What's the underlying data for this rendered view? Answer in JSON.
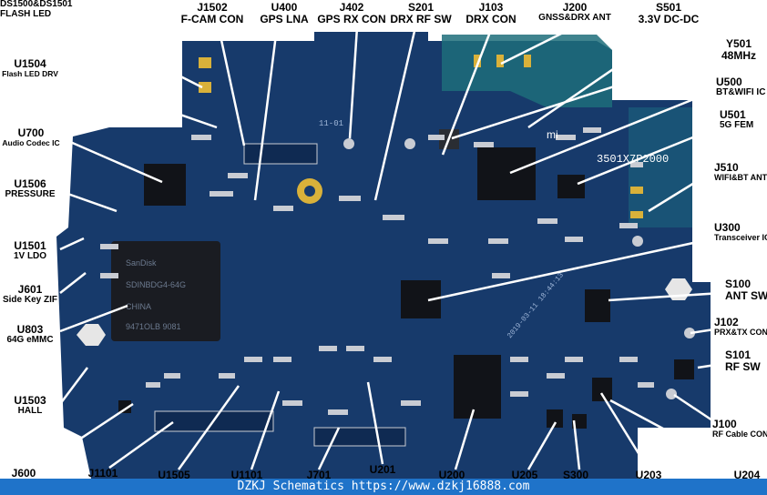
{
  "watermark": "DZKJ Schematics https://www.dzkj16888.com",
  "board_silkscreen": {
    "top_text": "3501X7P2000",
    "mi_logo": "mi",
    "dates": [
      "11-01",
      "2019-03-11 18:44:13"
    ],
    "mem_chip_text": [
      "SanDisk",
      "SDINBDG4-64G",
      "CHINA",
      "9471OLB 9081"
    ]
  },
  "labels": [
    {
      "id": "U1500",
      "main": "DS1500&DS1501",
      "sub": "FLASH LED"
    },
    {
      "id": "U1504",
      "main": "U1504",
      "sub": "Flash LED DRV"
    },
    {
      "id": "U700",
      "main": "U700",
      "sub": "Audio Codec IC"
    },
    {
      "id": "U1506",
      "main": "U1506",
      "sub": "PRESSURE"
    },
    {
      "id": "U1501",
      "main": "U1501",
      "sub": "1V  LDO"
    },
    {
      "id": "J601",
      "main": "J601",
      "sub": "Side Key ZIF"
    },
    {
      "id": "U803",
      "main": "U803",
      "sub": "64G eMMC"
    },
    {
      "id": "U1503",
      "main": "U1503",
      "sub": "HALL"
    },
    {
      "id": "J1502",
      "main": "J1502",
      "sub": "F-CAM CON"
    },
    {
      "id": "U400",
      "main": "U400",
      "sub": "GPS LNA"
    },
    {
      "id": "J402",
      "main": "J402",
      "sub": "GPS RX CON"
    },
    {
      "id": "S201",
      "main": "S201",
      "sub": "DRX RF SW"
    },
    {
      "id": "J103",
      "main": "J103",
      "sub": "DRX CON"
    },
    {
      "id": "J200",
      "main": "J200",
      "sub": "GNSS&DRX ANT"
    },
    {
      "id": "S501",
      "main": "S501",
      "sub": "3.3V DC-DC"
    },
    {
      "id": "Y501",
      "main": "Y501",
      "sub": "48MHz"
    },
    {
      "id": "U500",
      "main": "U500",
      "sub": "BT&WIFI IC"
    },
    {
      "id": "U501",
      "main": "U501",
      "sub": "5G FEM"
    },
    {
      "id": "J510",
      "main": "J510",
      "sub": "WIFI&BT ANT"
    },
    {
      "id": "U300",
      "main": "U300",
      "sub": "Transceiver IC"
    },
    {
      "id": "S100",
      "main": "S100",
      "sub": "ANT SW"
    },
    {
      "id": "J102",
      "main": "J102",
      "sub": "PRX&TX CON"
    },
    {
      "id": "S101",
      "main": "S101",
      "sub": "RF SW"
    },
    {
      "id": "J100",
      "main": "J100",
      "sub": "RF Cable CON"
    },
    {
      "id": "J600",
      "main": "J600",
      "sub": ""
    },
    {
      "id": "J1101",
      "main": "J1101",
      "sub": ""
    },
    {
      "id": "U1505",
      "main": "U1505",
      "sub": ""
    },
    {
      "id": "U1101",
      "main": "U1101",
      "sub": ""
    },
    {
      "id": "J701",
      "main": "J701",
      "sub": ""
    },
    {
      "id": "U201",
      "main": "U201",
      "sub": ""
    },
    {
      "id": "U200",
      "main": "U200",
      "sub": ""
    },
    {
      "id": "U205",
      "main": "U205",
      "sub": ""
    },
    {
      "id": "S300",
      "main": "S300",
      "sub": ""
    },
    {
      "id": "U203",
      "main": "U203",
      "sub": ""
    },
    {
      "id": "U204",
      "main": "U204",
      "sub": ""
    }
  ],
  "colors": {
    "pcb": "#173a6b",
    "pcb_dark": "#0f2a52",
    "flex": "#1a8a6a",
    "gold": "#d9b13a",
    "pad": "#c9ccd3",
    "chip": "#111318",
    "leader": "#ffffff",
    "footer": "#1f73c9"
  }
}
